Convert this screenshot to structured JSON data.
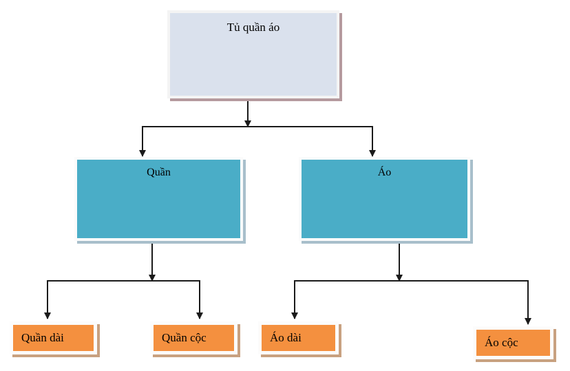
{
  "diagram": {
    "title": "Tu quan ao hierarchy",
    "type": "tree",
    "colors": {
      "root_fill": "#dae1ed",
      "root_shadow": "#b59a9e",
      "mid_fill": "#4aadc7",
      "mid_shadow": "#a8bfcb",
      "leaf_fill": "#f4903f",
      "leaf_shadow": "#c8a180",
      "border": "#ffffff",
      "connector": "#1a1a1a",
      "text": "#000000",
      "background": "#ffffff"
    },
    "nodes": {
      "root": {
        "label": "Tủ quần áo",
        "level": 1
      },
      "mid_left": {
        "label": "Quần",
        "level": 2
      },
      "mid_right": {
        "label": "Áo",
        "level": 2
      },
      "leaf_1": {
        "label": "Quần dài",
        "level": 3,
        "parent": "Quần"
      },
      "leaf_2": {
        "label": "Quần cộc",
        "level": 3,
        "parent": "Quần"
      },
      "leaf_3": {
        "label": "Áo dài",
        "level": 3,
        "parent": "Áo"
      },
      "leaf_4": {
        "label": "Áo cộc",
        "level": 3,
        "parent": "Áo"
      }
    },
    "edges": [
      {
        "from": "Tủ quần áo",
        "to": "Quần",
        "style": "elbow-arrow"
      },
      {
        "from": "Tủ quần áo",
        "to": "Áo",
        "style": "elbow-arrow"
      },
      {
        "from": "Quần",
        "to": "Quần dài",
        "style": "elbow-arrow"
      },
      {
        "from": "Quần",
        "to": "Quần cộc",
        "style": "elbow-arrow"
      },
      {
        "from": "Áo",
        "to": "Áo dài",
        "style": "elbow-arrow"
      },
      {
        "from": "Áo",
        "to": "Áo cộc",
        "style": "elbow-arrow"
      }
    ]
  }
}
